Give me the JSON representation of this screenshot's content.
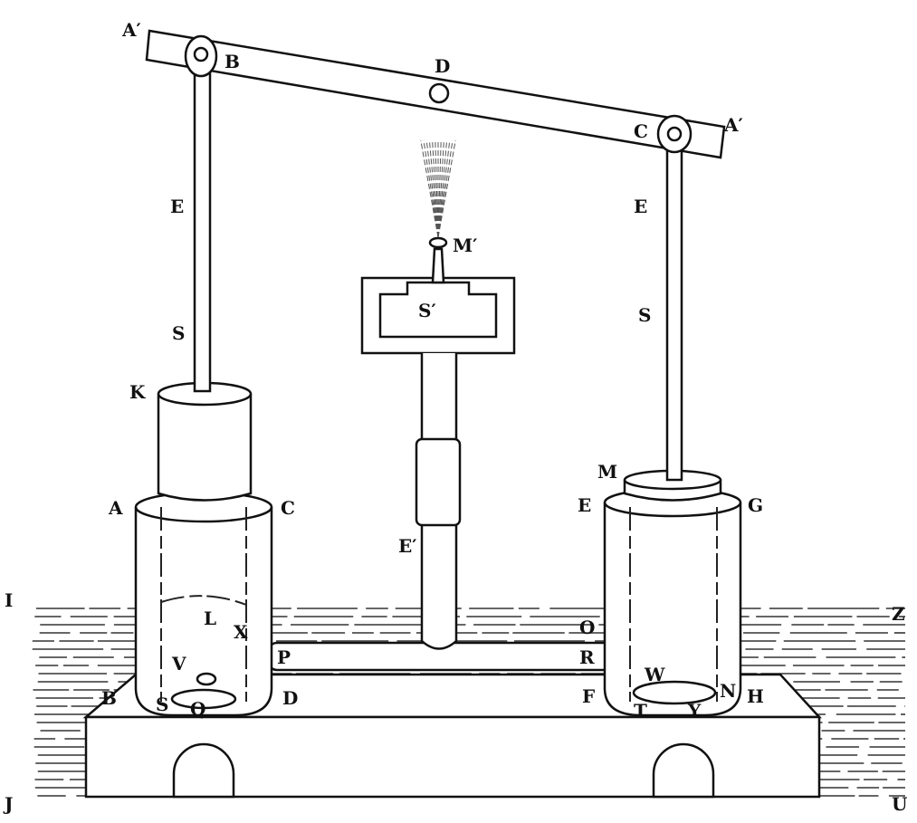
{
  "figure": {
    "labels": {
      "beam_left_end": "A′",
      "beam_left_pivot": "B",
      "beam_center": "D",
      "beam_right_pivot": "C",
      "beam_right_end": "A′",
      "left_rod_upper": "E",
      "left_rod_lower": "S",
      "left_piston": "K",
      "nozzle": "M′",
      "chamber": "S′",
      "center_tube": "E′",
      "right_rod_upper": "E",
      "right_rod_lower": "S",
      "right_piston": "M",
      "left_jar_tl": "A",
      "left_jar_tr": "C",
      "right_jar_tl": "E",
      "right_jar_tr": "G",
      "water_left": "I",
      "water_right": "Z",
      "left_inner": "L",
      "tube_left_top": "X",
      "tube_left": "P",
      "tube_right_top": "O",
      "tube_right": "R",
      "left_valve": "V",
      "left_jar_bl": "B",
      "left_valve_seat": "S",
      "left_valve_q": "Q",
      "left_jar_br": "D",
      "right_jar_bl": "F",
      "right_valve": "W",
      "right_valve_n": "N",
      "right_jar_br": "H",
      "right_valve_t": "T",
      "right_valve_y": "Y",
      "base_left": "J",
      "base_right": "U"
    }
  }
}
